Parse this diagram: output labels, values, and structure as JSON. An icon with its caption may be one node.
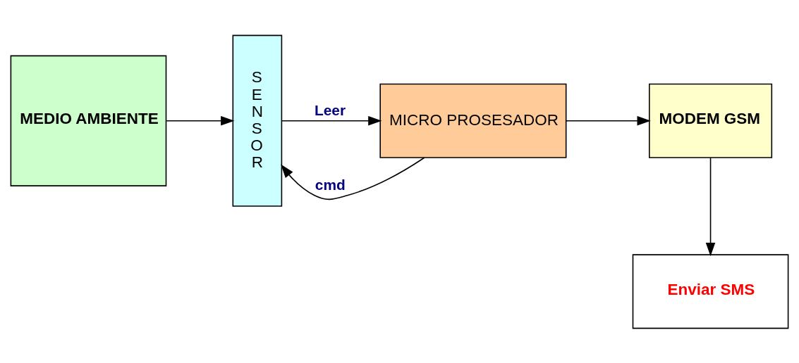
{
  "diagram": {
    "nodes": [
      {
        "text": [
          "MEDIO AMBIENTE"
        ]
      },
      {
        "text": [
          "S E N S O R"
        ]
      },
      {
        "text": [
          "MICRO PROSESADOR"
        ]
      },
      {
        "text": [
          "MODEM GSM"
        ]
      },
      {
        "text": [
          "Enviar SMS"
        ]
      }
    ],
    "edges": [
      {
        "from": 0,
        "to": 1,
        "arrow": "to"
      },
      {
        "from": 2,
        "to": 1,
        "arrow": "to",
        "label": "cmd"
      },
      {
        "from": 1,
        "to": 2,
        "arrow": "to",
        "label": "Leer"
      },
      {
        "from": 2,
        "to": 3,
        "arrow": "to"
      },
      {
        "from": 3,
        "to": 4,
        "arrow": "to"
      }
    ]
  }
}
